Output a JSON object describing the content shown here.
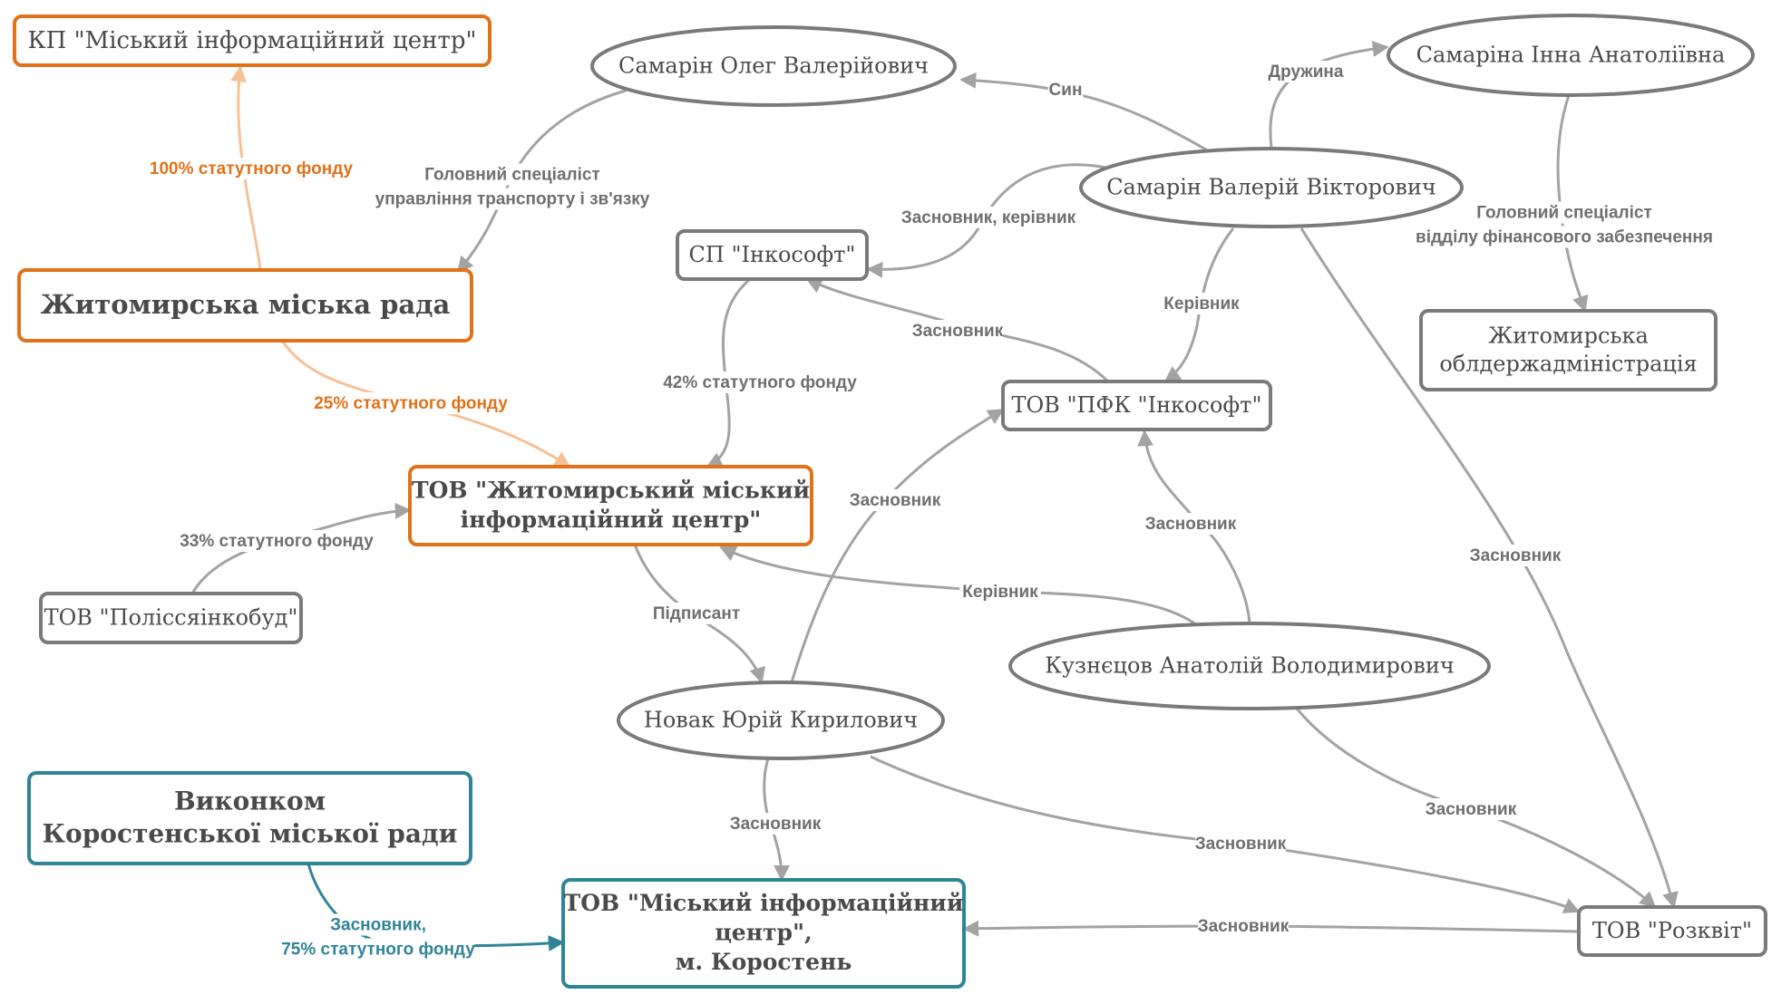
{
  "colors": {
    "gray_edge": "#a3a3a3",
    "gray_node": "#7a7a7a",
    "orange": "#e07219",
    "orange_edge": "#f6c196",
    "teal": "#2f8597",
    "text": "#4a4a4a",
    "label_gray": "#6f6f6f"
  },
  "nodes": [
    {
      "id": "kp_mic",
      "shape": "box",
      "color": "orange",
      "lines": [
        "КП \"Міський інформаційний центр\""
      ]
    },
    {
      "id": "zh_rada",
      "shape": "box",
      "color": "orange",
      "bold": true,
      "lines": [
        "Житомирська міська рада"
      ]
    },
    {
      "id": "tov_zhmic",
      "shape": "box",
      "color": "orange",
      "bold": true,
      "lines": [
        "ТОВ \"Житомирський міський",
        "інформаційний центр\""
      ]
    },
    {
      "id": "polissia",
      "shape": "box",
      "color": "gray",
      "lines": [
        "ТОВ \"Поліссяінкобуд\""
      ]
    },
    {
      "id": "sp_inkosoft",
      "shape": "box",
      "color": "gray",
      "lines": [
        "СП \"Інкософт\""
      ]
    },
    {
      "id": "pfk_inkosoft",
      "shape": "box",
      "color": "gray",
      "lines": [
        "ТОВ \"ПФК \"Інкософт\""
      ]
    },
    {
      "id": "oblderzh",
      "shape": "box",
      "color": "gray",
      "lines": [
        "Житомирська",
        "облдержадміністрація"
      ]
    },
    {
      "id": "rozkvit",
      "shape": "box",
      "color": "gray",
      "lines": [
        "ТОВ \"Розквіт\""
      ]
    },
    {
      "id": "vykonkom",
      "shape": "box",
      "color": "teal",
      "bold": true,
      "lines": [
        "Виконком",
        "Коростенської міської ради"
      ]
    },
    {
      "id": "korosten_mic",
      "shape": "box",
      "color": "teal",
      "bold": true,
      "lines": [
        "ТОВ \"Міський інформаційний",
        "центр\",",
        "м. Коростень"
      ]
    },
    {
      "id": "samarin_oleg",
      "shape": "ellipse",
      "color": "gray",
      "lines": [
        "Самарін Олег Валерійович"
      ]
    },
    {
      "id": "samarin_valeriy",
      "shape": "ellipse",
      "color": "gray",
      "lines": [
        "Самарін Валерій Вікторович"
      ]
    },
    {
      "id": "samarina_inna",
      "shape": "ellipse",
      "color": "gray",
      "lines": [
        "Самаріна Інна Анатоліївна"
      ]
    },
    {
      "id": "novak",
      "shape": "ellipse",
      "color": "gray",
      "lines": [
        "Новак Юрій Кирилович"
      ]
    },
    {
      "id": "kuznetsov",
      "shape": "ellipse",
      "color": "gray",
      "lines": [
        "Кузнєцов Анатолій Володимирович"
      ]
    }
  ],
  "edges": [
    {
      "from": "zh_rada",
      "to": "kp_mic",
      "color": "orange",
      "label": [
        "100% статутного фонду"
      ]
    },
    {
      "from": "zh_rada",
      "to": "tov_zhmic",
      "color": "orange",
      "label": [
        "25% статутного фонду"
      ]
    },
    {
      "from": "samarin_oleg",
      "to": "zh_rada",
      "color": "gray",
      "label": [
        "Головний спеціаліст",
        "управління транспорту і зв'язку"
      ]
    },
    {
      "from": "samarin_valeriy",
      "to": "samarin_oleg",
      "color": "gray",
      "label": [
        "Син"
      ]
    },
    {
      "from": "samarin_valeriy",
      "to": "samarina_inna",
      "color": "gray",
      "label": [
        "Дружина"
      ]
    },
    {
      "from": "samarina_inna",
      "to": "oblderzh",
      "color": "gray",
      "label": [
        "Головний спеціаліст",
        "відділу фінансового забезпечення"
      ]
    },
    {
      "from": "samarin_valeriy",
      "to": "sp_inkosoft",
      "color": "gray",
      "label": [
        "Засновник, керівник"
      ]
    },
    {
      "from": "samarin_valeriy",
      "to": "pfk_inkosoft",
      "color": "gray",
      "label": [
        "Керівник"
      ]
    },
    {
      "from": "samarin_valeriy",
      "to": "rozkvit",
      "color": "gray",
      "label": [
        "Засновник"
      ]
    },
    {
      "from": "pfk_inkosoft",
      "to": "sp_inkosoft",
      "color": "gray",
      "label": [
        "Засновник"
      ]
    },
    {
      "from": "sp_inkosoft",
      "to": "tov_zhmic",
      "color": "gray",
      "label": [
        "42% статутного фонду"
      ]
    },
    {
      "from": "polissia",
      "to": "tov_zhmic",
      "color": "gray",
      "label": [
        "33% статутного фонду"
      ]
    },
    {
      "from": "tov_zhmic",
      "to": "novak",
      "color": "gray",
      "label": [
        "Підписант"
      ]
    },
    {
      "from": "novak",
      "to": "pfk_inkosoft",
      "color": "gray",
      "label": [
        "Засновник"
      ]
    },
    {
      "from": "kuznetsov",
      "to": "pfk_inkosoft",
      "color": "gray",
      "label": [
        "Засновник"
      ]
    },
    {
      "from": "kuznetsov",
      "to": "tov_zhmic",
      "color": "gray",
      "label": [
        "Керівник"
      ]
    },
    {
      "from": "kuznetsov",
      "to": "rozkvit",
      "color": "gray",
      "label": [
        "Засновник"
      ]
    },
    {
      "from": "novak",
      "to": "korosten_mic",
      "color": "gray",
      "label": [
        "Засновник"
      ]
    },
    {
      "from": "novak",
      "to": "rozkvit",
      "color": "gray",
      "label": [
        "Засновник"
      ]
    },
    {
      "from": "rozkvit",
      "to": "korosten_mic",
      "color": "gray",
      "label": [
        "Засновник"
      ]
    },
    {
      "from": "vykonkom",
      "to": "korosten_mic",
      "color": "teal",
      "label": [
        "Засновник,",
        "75% статутного фонду"
      ]
    }
  ]
}
